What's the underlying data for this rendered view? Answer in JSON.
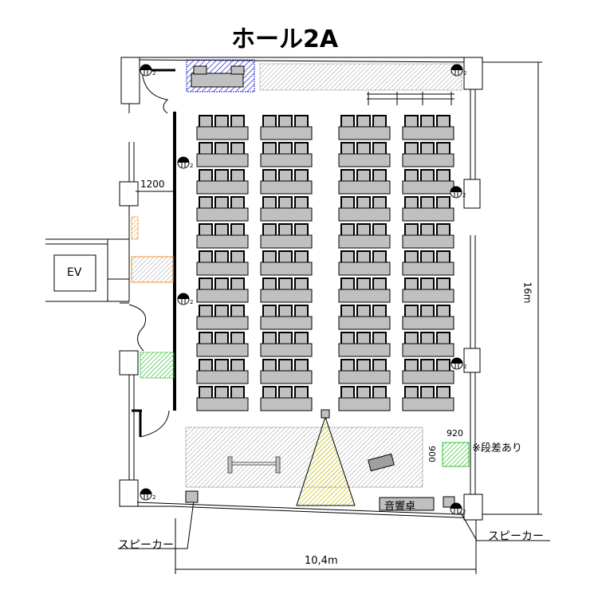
{
  "title": "ホール2A",
  "labels": {
    "ev": "EV",
    "corridor_width": "1200",
    "height_dim": "16m",
    "width_dim": "10,4m",
    "step_width": "920",
    "step_depth": "900",
    "step_note": "※段差あり",
    "sound_desk": "音響卓",
    "speaker_left": "スピーカー",
    "speaker_right": "スピーカー",
    "outlet_suffix": "2"
  },
  "seating": {
    "columns": 4,
    "rows": 11,
    "chairs_per_desk": 3
  },
  "colors": {
    "stage": "#e02020",
    "projection": "#e8e000",
    "podium": "#2020d0",
    "storage": "#e8c000",
    "step": "#30c030",
    "orange": "#f09030",
    "desk": "#c0c0c0"
  }
}
